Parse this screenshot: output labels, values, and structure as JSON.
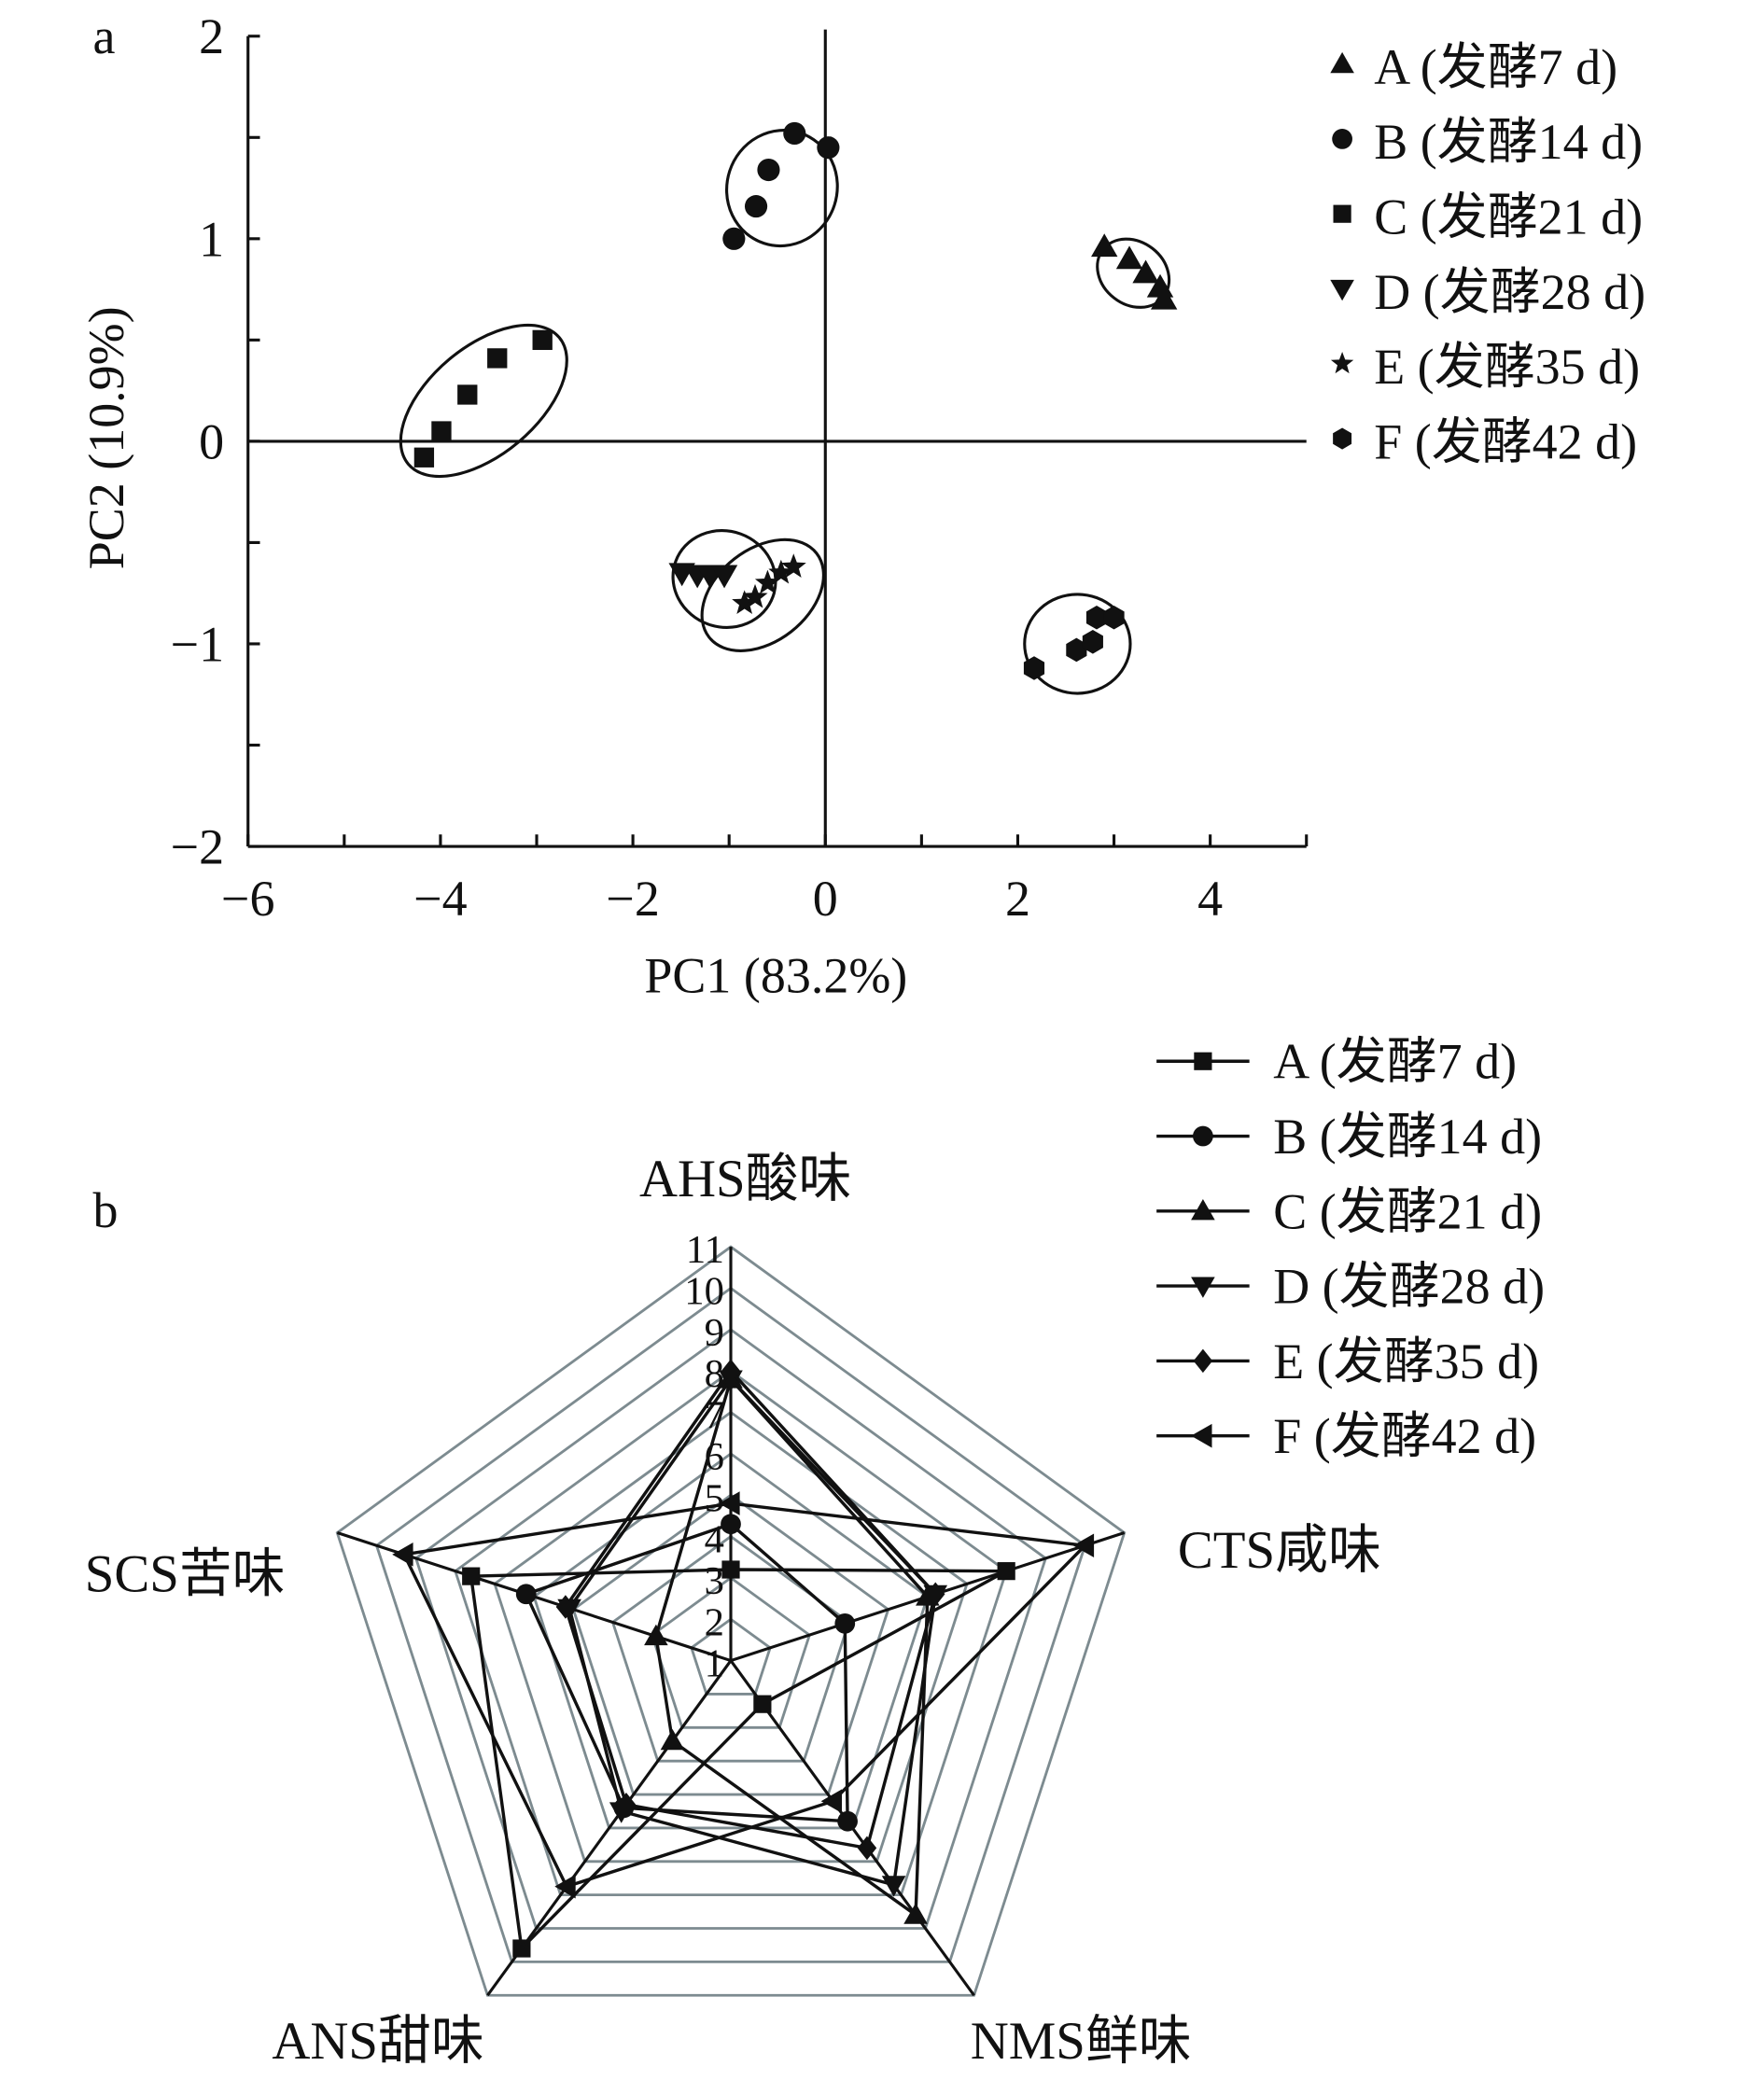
{
  "chart_data": [
    {
      "type": "scatter",
      "panel_label": "a",
      "xlabel": "PC1 (83.2%)",
      "ylabel": "PC2 (10.9%)",
      "xlim": [
        -6,
        5
      ],
      "ylim": [
        -2,
        2
      ],
      "xticks": [
        "−6",
        "−4",
        "−2",
        "0",
        "2",
        "4"
      ],
      "xtick_values": [
        -6,
        -4,
        -2,
        0,
        2,
        4
      ],
      "yticks": [
        "2",
        "1",
        "0",
        "−1",
        "−2"
      ],
      "ytick_values": [
        2,
        1,
        0,
        -1,
        -2
      ],
      "legend_position": "right",
      "series": [
        {
          "name": "A (发酵7 d)",
          "marker": "triangle-up",
          "x": [
            2.9,
            3.16,
            3.33,
            3.48,
            3.52
          ],
          "y": [
            0.96,
            0.9,
            0.83,
            0.76,
            0.7
          ]
        },
        {
          "name": "B (发酵14 d)",
          "marker": "circle",
          "x": [
            -0.95,
            -0.72,
            -0.59,
            -0.32,
            0.03
          ],
          "y": [
            1.0,
            1.16,
            1.34,
            1.52,
            1.45
          ]
        },
        {
          "name": "C (发酵21 d)",
          "marker": "square",
          "x": [
            -4.17,
            -3.99,
            -3.72,
            -3.41,
            -2.94
          ],
          "y": [
            -0.08,
            0.05,
            0.23,
            0.41,
            0.5
          ]
        },
        {
          "name": "D (发酵28 d)",
          "marker": "triangle-down",
          "x": [
            -1.49,
            -1.33,
            -1.2,
            -1.05
          ],
          "y": [
            -0.65,
            -0.66,
            -0.66,
            -0.66
          ]
        },
        {
          "name": "E (发酵35 d)",
          "marker": "star",
          "x": [
            -0.84,
            -0.73,
            -0.6,
            -0.46,
            -0.33
          ],
          "y": [
            -0.8,
            -0.77,
            -0.7,
            -0.65,
            -0.62
          ]
        },
        {
          "name": "F (发酵42 d)",
          "marker": "hexagon",
          "x": [
            2.17,
            2.61,
            2.78,
            2.82,
            3.0
          ],
          "y": [
            -1.12,
            -1.03,
            -0.99,
            -0.87,
            -0.87
          ]
        }
      ]
    },
    {
      "type": "radar",
      "panel_label": "b",
      "axes": [
        "AHS酸味",
        "CTS咸味",
        "NMS鲜味",
        "ANS甜味",
        "SCS苦味"
      ],
      "rlim": [
        1,
        11
      ],
      "rticks": [
        "1",
        "2",
        "3",
        "4",
        "5",
        "6",
        "7",
        "8",
        "9",
        "10",
        "11"
      ],
      "legend_position": "top-right",
      "series": [
        {
          "name": "A (发酵7 d)",
          "marker": "square",
          "values": [
            3.2,
            8.0,
            2.3,
            9.6,
            7.6
          ]
        },
        {
          "name": "B (发酵14 d)",
          "marker": "circle",
          "values": [
            4.3,
            3.9,
            5.8,
            5.4,
            6.2
          ]
        },
        {
          "name": "C (发酵21 d)",
          "marker": "triangle-up",
          "values": [
            7.8,
            6.0,
            8.6,
            3.4,
            2.9
          ]
        },
        {
          "name": "D (发酵28 d)",
          "marker": "triangle-down",
          "values": [
            7.8,
            6.2,
            7.7,
            5.5,
            5.1
          ]
        },
        {
          "name": "E (发酵35 d)",
          "marker": "diamond",
          "values": [
            8.0,
            6.2,
            6.6,
            5.3,
            5.2
          ]
        },
        {
          "name": "F (发酵42 d)",
          "marker": "triangle-left",
          "values": [
            4.8,
            10.0,
            5.2,
            7.75,
            9.3
          ]
        }
      ]
    }
  ]
}
